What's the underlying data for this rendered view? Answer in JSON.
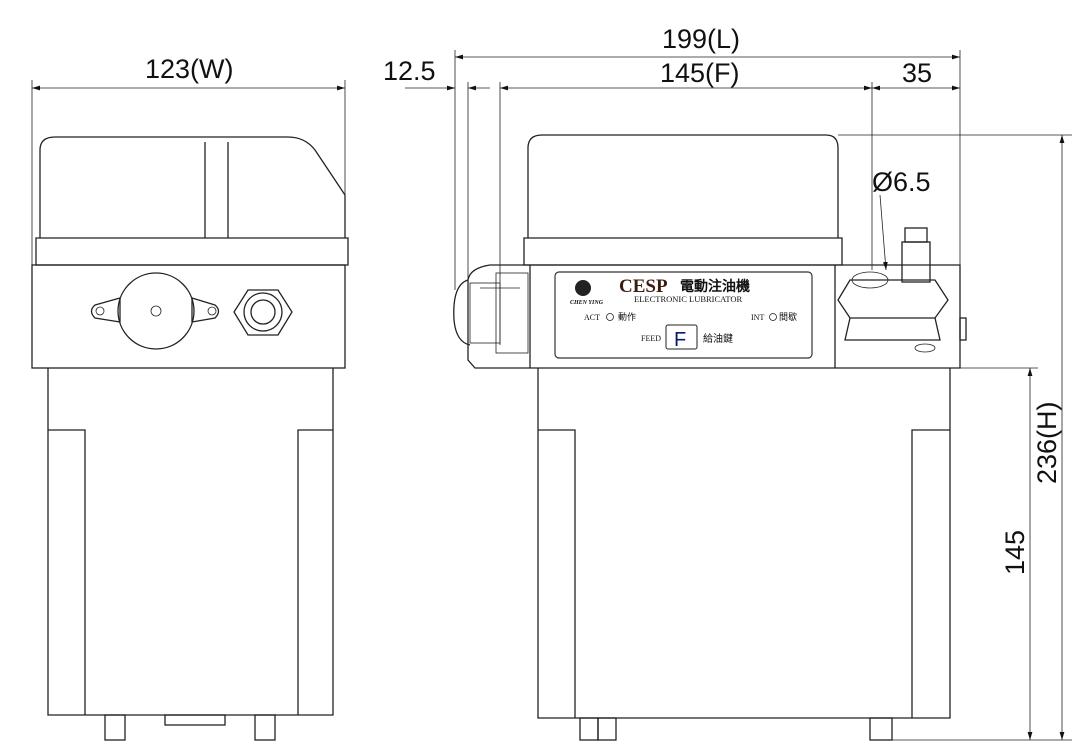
{
  "dimensions": {
    "width": "123(W)",
    "length": "199(L)",
    "offset": "12.5",
    "front": "145(F)",
    "side": "35",
    "diameter": "Ø6.5",
    "height": "236(H)",
    "body_height": "145"
  },
  "nameplate": {
    "model": "CESP",
    "title_cn": "電動注油機",
    "subtitle": "ELECTRONIC LUBRICATOR",
    "brand": "CHEN YING",
    "act_label": "ACT",
    "act_cn": "動作",
    "int_label": "INT",
    "int_cn": "間歇",
    "feed_label": "FEED",
    "feed_key": "F",
    "feed_cn": "給油鍵"
  }
}
